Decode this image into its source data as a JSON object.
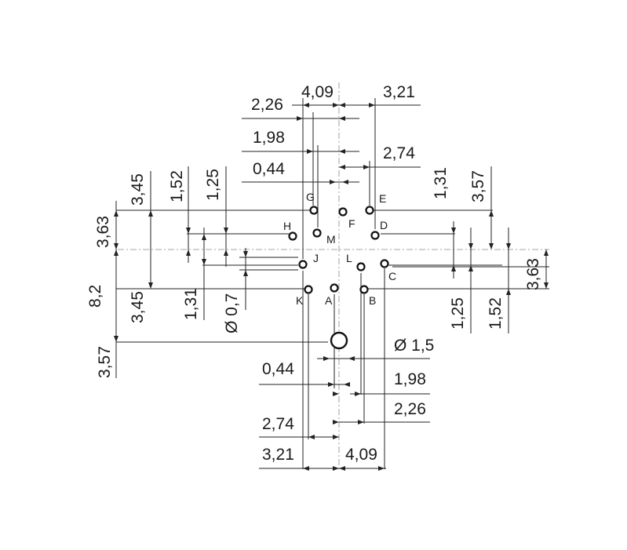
{
  "pins": [
    {
      "label": "A"
    },
    {
      "label": "B"
    },
    {
      "label": "C"
    },
    {
      "label": "D"
    },
    {
      "label": "E"
    },
    {
      "label": "F"
    },
    {
      "label": "G"
    },
    {
      "label": "H"
    },
    {
      "label": "J"
    },
    {
      "label": "K"
    },
    {
      "label": "L"
    },
    {
      "label": "M"
    }
  ],
  "dimensions": {
    "top": {
      "d409": "4,09",
      "d321": "3,21",
      "d226": "2,26",
      "d198": "1,98",
      "d274": "2,74",
      "d044": "0,44"
    },
    "bottom": {
      "d044": "0,44",
      "d198": "1,98",
      "d226": "2,26",
      "d274": "2,74",
      "d321": "3,21",
      "d409": "4,09",
      "hole": "Ø 1,5"
    },
    "left": {
      "d345_top": "3,45",
      "d152": "1,52",
      "d125": "1,25",
      "d363": "3,63",
      "d82": "8,2",
      "d345_bot": "3,45",
      "d131": "1,31",
      "pin": "Ø 0,7",
      "d357": "3,57"
    },
    "right": {
      "d131": "1,31",
      "d357": "3,57",
      "d363": "3,63",
      "d125": "1,25",
      "d152": "1,52"
    }
  }
}
